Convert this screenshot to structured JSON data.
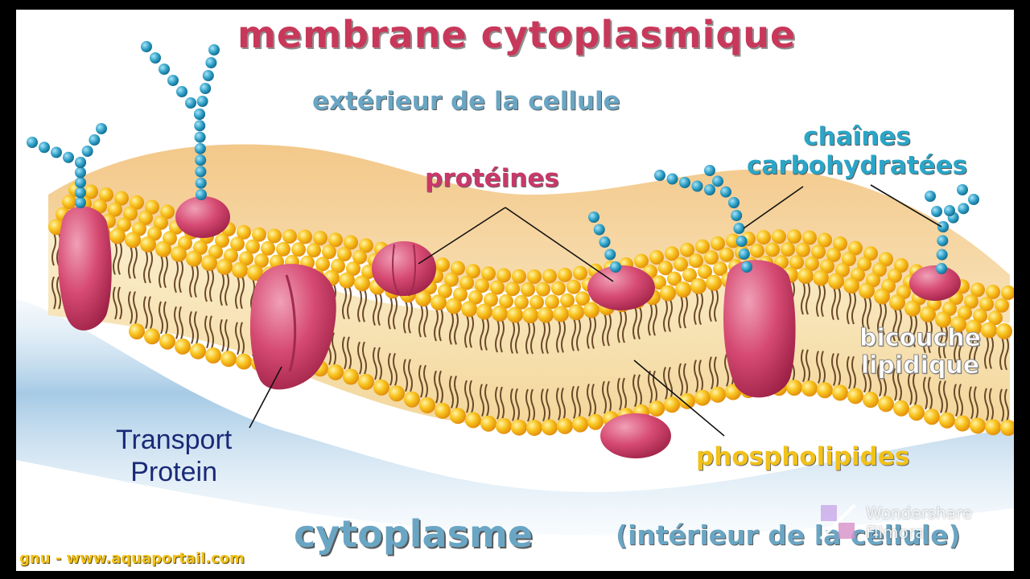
{
  "title": "membrane cytoplasmique",
  "labels": {
    "outside": "extérieur de la cellule",
    "proteins": "protéines",
    "carbo_line1": "chaînes",
    "carbo_line2": "carbohydratées",
    "bilayer_line1": "bicouche",
    "bilayer_line2": "lipidique",
    "phospholipids": "phospholipides",
    "transport_line1": "Transport",
    "transport_line2": "Protein",
    "cytoplasm": "cytoplasme",
    "cytoplasm_note": "(intérieur de la cellule)"
  },
  "credit": "gnu - www.aquaportail.com",
  "watermark": {
    "line1": "Wondershare",
    "line2": "Filmora"
  },
  "colors": {
    "title": "#c8385a",
    "protein": "#d4406a",
    "head": "#f2b81c",
    "sugar": "#2a9cc4",
    "band": "#f6d9a0"
  }
}
